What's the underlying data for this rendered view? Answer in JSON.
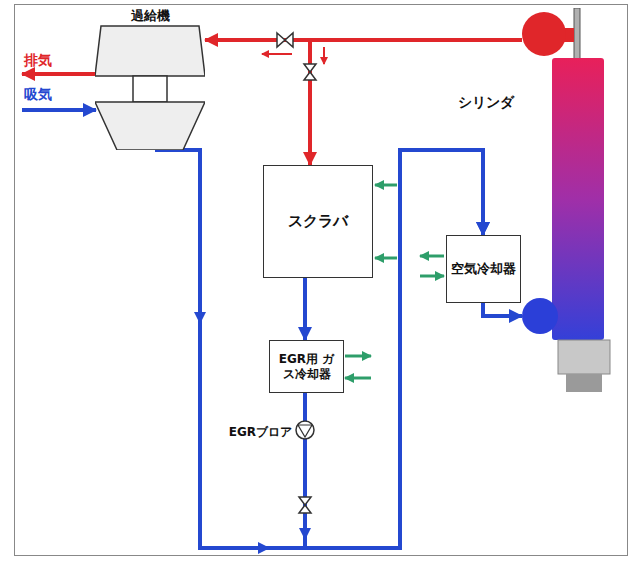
{
  "diagram": {
    "nodes": [
      {
        "text": [
          "過給機"
        ]
      },
      {
        "text": [
          "スクラバ"
        ]
      },
      {
        "text": [
          "EGR用 ガス冷却器"
        ]
      },
      {
        "text": [
          "空気冷却器"
        ]
      },
      {
        "text": [
          "シリンダ"
        ]
      }
    ],
    "edges": [
      {
        "from": 4,
        "to": 0,
        "arrow": "to"
      },
      {
        "from": 4,
        "to": 1,
        "arrow": "to"
      },
      {
        "from": 1,
        "to": 2,
        "arrow": "to"
      },
      {
        "from": 2,
        "to": 3,
        "arrow": "to"
      },
      {
        "from": 0,
        "to": 3,
        "arrow": "to"
      },
      {
        "from": 3,
        "to": 4,
        "arrow": "to"
      }
    ],
    "labels": [
      "排気",
      "吸気",
      "EGRブロア"
    ]
  }
}
